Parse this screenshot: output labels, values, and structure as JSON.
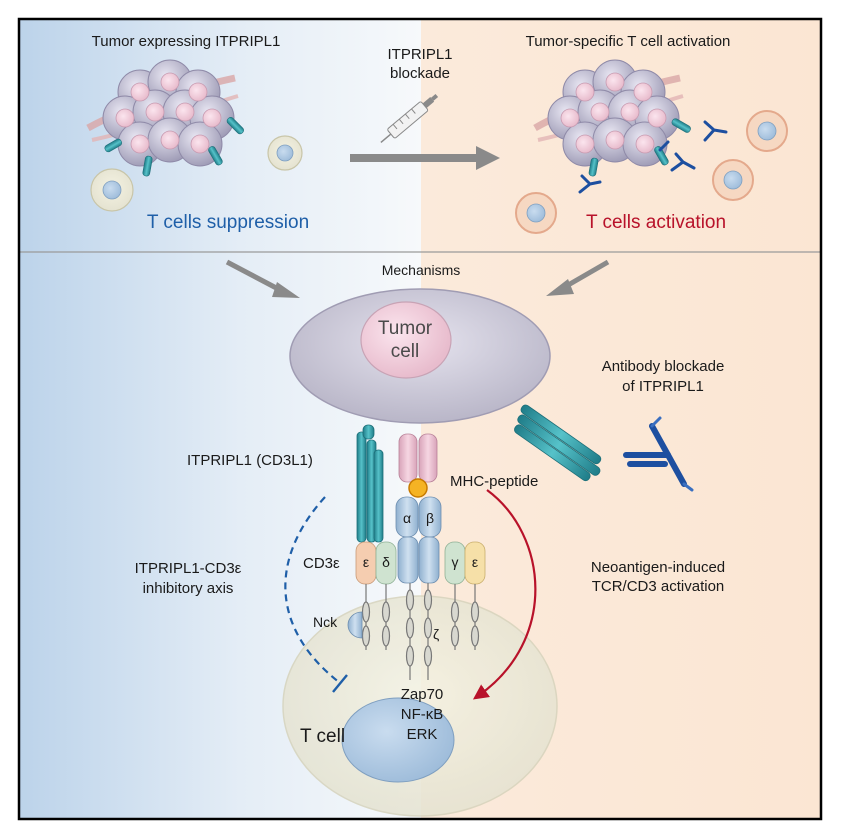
{
  "top_left": {
    "title": "Tumor expressing ITPRIPL1",
    "status": "T cells suppression"
  },
  "top_middle": {
    "line1": "ITPRIPL1",
    "line2": "blockade"
  },
  "top_right": {
    "title": "Tumor-specific T cell activation",
    "status": "T cells activation"
  },
  "mechanisms": {
    "title": "Mechanisms",
    "tumor_line1": "Tumor",
    "tumor_line2": "cell",
    "antibody_line1": "Antibody blockade",
    "antibody_line2": "of ITPRIPL1",
    "itpripl1_label": "ITPRIPL1 (CD3L1)",
    "mhc_label": "MHC-peptide",
    "alpha": "α",
    "beta": "β",
    "cd3e_label": "CD3ε",
    "epsilon_left": "ε",
    "delta": "δ",
    "gamma": "γ",
    "epsilon_right": "ε",
    "nck": "Nck",
    "zeta": "ζ",
    "inhibitory_line1": "ITPRIPL1-CD3ε",
    "inhibitory_line2": "inhibitory axis",
    "activation_line1": "Neoantigen-induced",
    "activation_line2": "TCR/CD3 activation",
    "tcell_label": "T cell",
    "signal_1": "Zap70",
    "signal_2": "NF-κB",
    "signal_3": "ERK"
  },
  "colors": {
    "suppression_text": "#1f5fa8",
    "activation_text": "#b8122a",
    "inhibitory_arrow": "#1f5fa8",
    "activation_arrow": "#b8122a",
    "itpripl1_protein": "#3a9fa8",
    "antibody": "#1d4fa0"
  }
}
